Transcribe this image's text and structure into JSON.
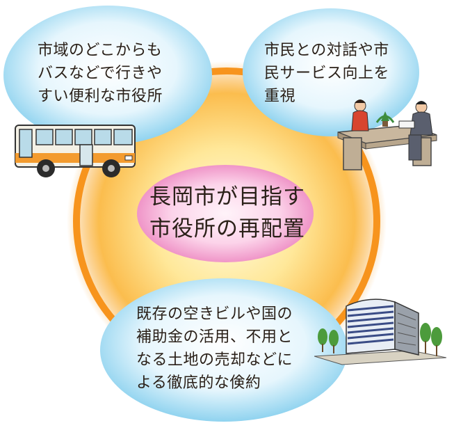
{
  "center": {
    "lines": [
      "長岡市が目指す",
      "市役所の再配置"
    ]
  },
  "bubbles": {
    "top_left": {
      "lines": [
        "市域のどこからも",
        "バスなどで行きや",
        "すい便利な市役所"
      ]
    },
    "top_right": {
      "lines": [
        "市民との対話や市",
        "民サービス向上を",
        "重視"
      ]
    },
    "bottom": {
      "lines": [
        "既存の空きビルや国の",
        "補助金の活用、不用と",
        "なる土地の売却などに",
        "よる徹底的な倹約"
      ]
    }
  },
  "illustrations": {
    "bus": "bus-icon",
    "office": "office-consultation-icon",
    "building": "building-icon"
  },
  "colors": {
    "ring": "#f7941d",
    "glow_center": "#fff3b0",
    "glow_edge": "#f7a531",
    "bubble_light": "#ffffff",
    "bubble_dark": "#8fd3ef",
    "center_light": "#fde4f1",
    "center_dark": "#ee8cc3"
  }
}
